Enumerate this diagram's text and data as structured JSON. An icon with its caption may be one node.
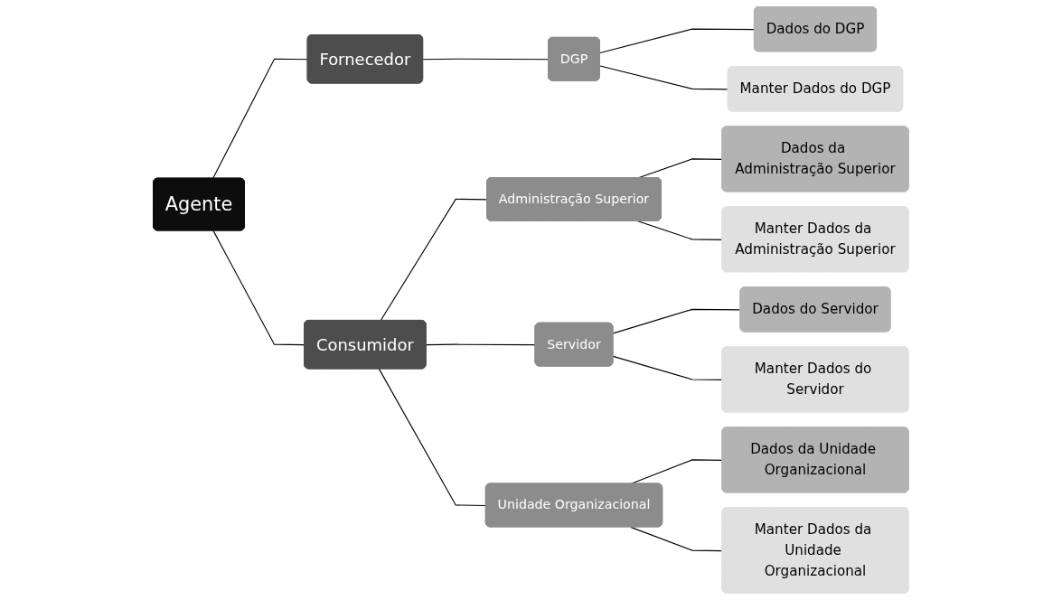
{
  "diagram": {
    "nodes": [
      {
        "text": [
          "Agente"
        ]
      },
      {
        "text": [
          "Fornecedor"
        ]
      },
      {
        "text": [
          "DGP"
        ]
      },
      {
        "text": [
          "Dados do DGP"
        ]
      },
      {
        "text": [
          "Manter Dados do DGP"
        ]
      },
      {
        "text": [
          "Consumidor"
        ]
      },
      {
        "text": [
          "Administração Superior"
        ]
      },
      {
        "text": [
          "Dados da Administração Superior"
        ]
      },
      {
        "text": [
          "Manter Dados da Administração Superior"
        ]
      },
      {
        "text": [
          "Servidor"
        ]
      },
      {
        "text": [
          "Dados do Servidor"
        ]
      },
      {
        "text": [
          "Manter Dados do Servidor"
        ]
      },
      {
        "text": [
          "Unidade Organizacional"
        ]
      },
      {
        "text": [
          "Dados da Unidade Organizacional"
        ]
      },
      {
        "text": [
          "Manter Dados da Unidade Organizacional"
        ]
      }
    ],
    "edges": [
      {
        "from": 0,
        "to": 1,
        "arrow": "none"
      },
      {
        "from": 0,
        "to": 5,
        "arrow": "none"
      },
      {
        "from": 1,
        "to": 2,
        "arrow": "none"
      },
      {
        "from": 2,
        "to": 3,
        "arrow": "none"
      },
      {
        "from": 2,
        "to": 4,
        "arrow": "none"
      },
      {
        "from": 5,
        "to": 6,
        "arrow": "none"
      },
      {
        "from": 5,
        "to": 9,
        "arrow": "none"
      },
      {
        "from": 5,
        "to": 12,
        "arrow": "none"
      },
      {
        "from": 6,
        "to": 7,
        "arrow": "none"
      },
      {
        "from": 6,
        "to": 8,
        "arrow": "none"
      },
      {
        "from": 9,
        "to": 10,
        "arrow": "none"
      },
      {
        "from": 9,
        "to": 11,
        "arrow": "none"
      },
      {
        "from": 12,
        "to": 13,
        "arrow": "none"
      },
      {
        "from": 12,
        "to": 14,
        "arrow": "none"
      }
    ]
  }
}
